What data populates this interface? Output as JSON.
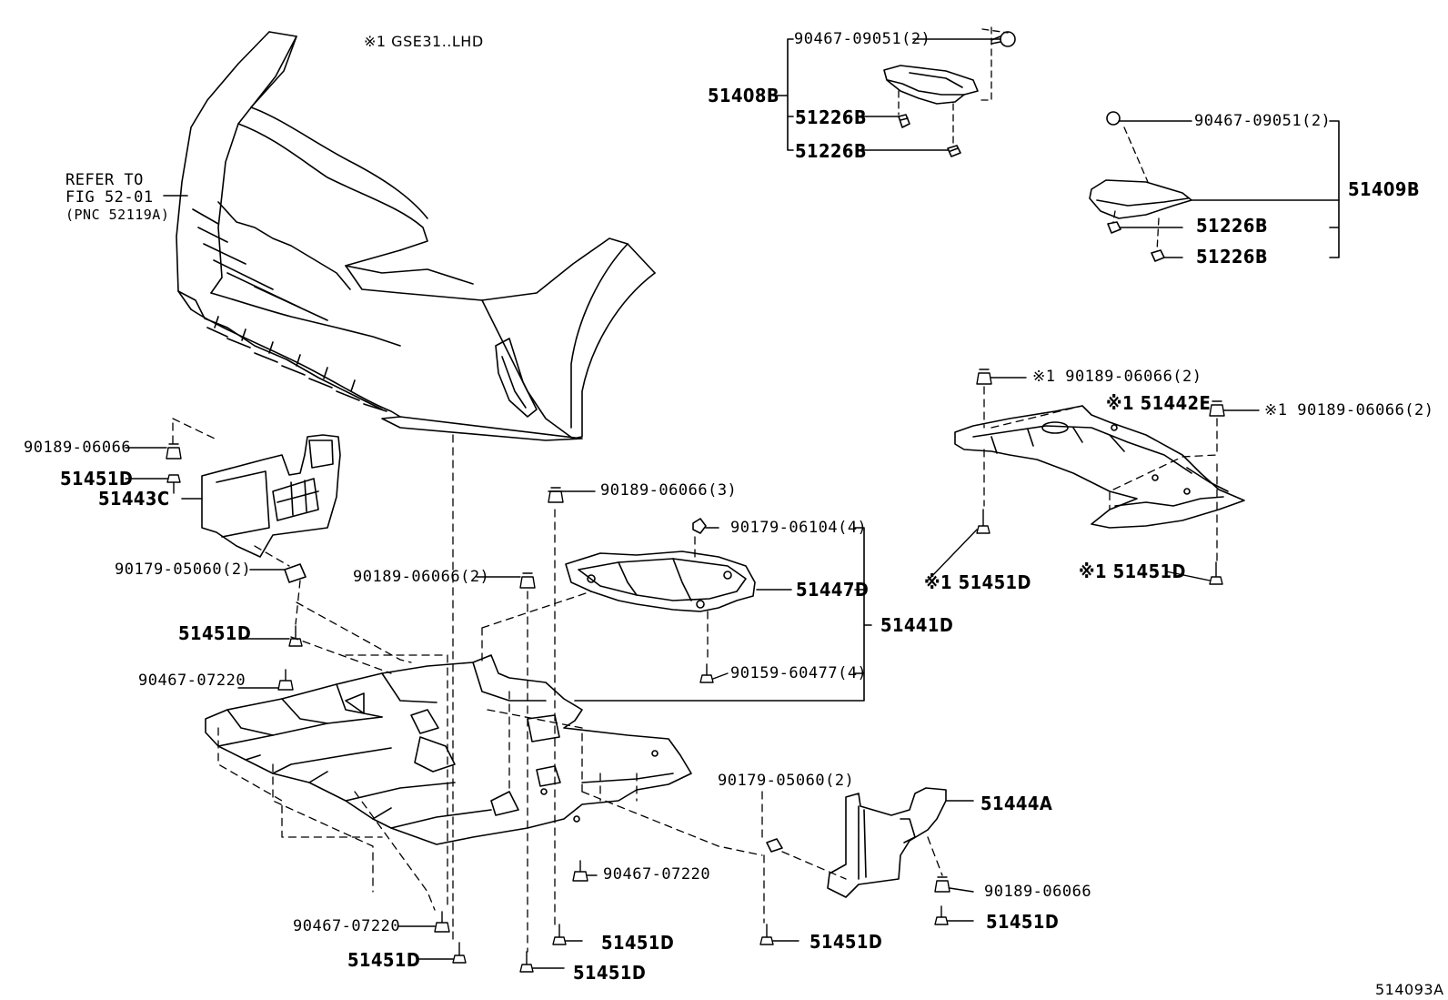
{
  "diagram": {
    "note": "※1 GSE31..LHD",
    "refer": {
      "line1": "REFER TO",
      "line2": "FIG 52-01",
      "line3": "(PNC 52119A)"
    },
    "figure_id": "514093A",
    "labels": {
      "b1_clip": "90467-09051(2)",
      "b1_assy": "51408B",
      "b1_nut_a": "51226B",
      "b1_nut_b": "51226B",
      "b2_clip": "90467-09051(2)",
      "b2_assy": "51409B",
      "b2_nut_a": "51226B",
      "b2_nut_b": "51226B",
      "l_nut": "90189-06066",
      "l_bolt": "51451D",
      "l_shield": "51443C",
      "l_clip": "90179-05060(2)",
      "m_nut": "90189-06066(2)",
      "m_bolt": "51451D",
      "m_clip": "90467-07220",
      "top_nut": "90189-06066(3)",
      "c_clip": "90179-06104(4)",
      "c_plate": "51447D",
      "c_assy": "51441D",
      "c_bolt": "90159-60477(4)",
      "r_nut_a": "※1 90189-06066(2)",
      "r_cover": "※1 51442E",
      "r_nut_b": "※1 90189-06066(2)",
      "r_bolt_a": "※1 51451D",
      "r_bolt_b": "※1 51451D",
      "br_clip": "90179-05060(2)",
      "br_shield": "51444A",
      "br_nut": "90189-06066",
      "br_bolt": "51451D",
      "bot_bolt_mid": "51451D",
      "bot_clip": "90467-07220",
      "bot_bolt_a": "51451D",
      "bot_bolt_b": "51451D",
      "bl_clip": "90467-07220",
      "bl_bolt": "51451D"
    }
  }
}
